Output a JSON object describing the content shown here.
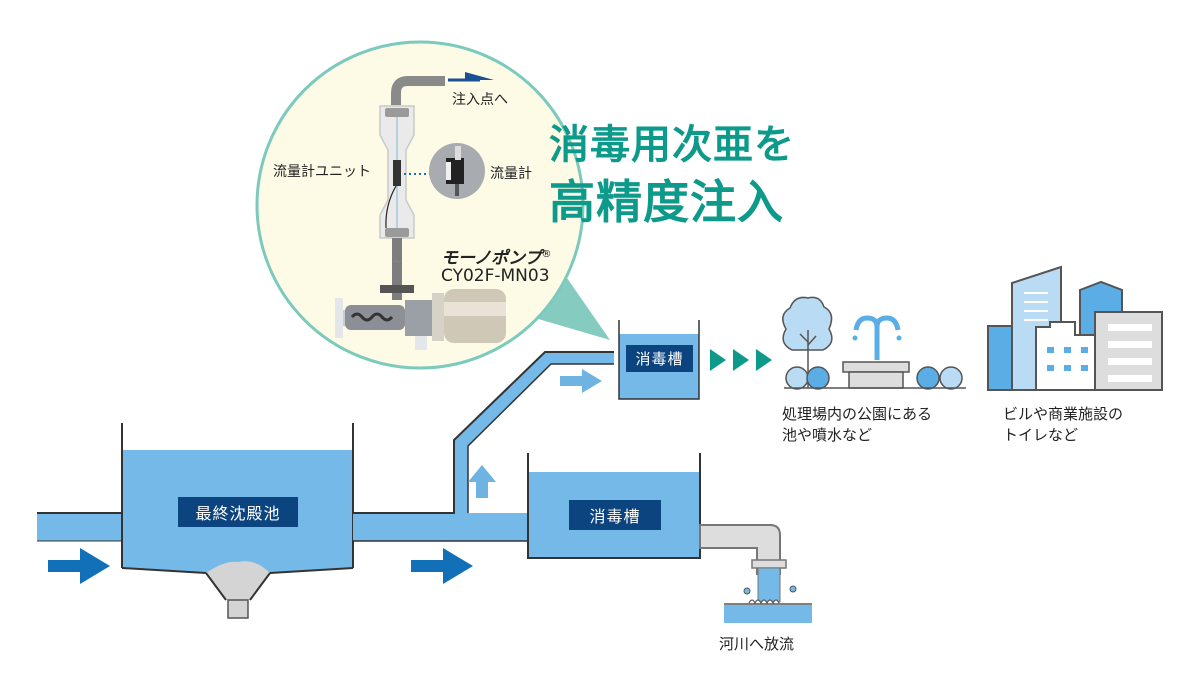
{
  "headline": {
    "line1": "消毒用次亜を",
    "line2": "高精度注入"
  },
  "callout": {
    "flowmeter_unit_label": "流量計ユニット",
    "flowmeter_label": "流量計",
    "injection_point_label": "注入点へ",
    "product_brand": "モーノポンプ",
    "registered_mark": "®",
    "product_model": "CY02F-MN03"
  },
  "tanks": {
    "final_settling_tank": "最終沈殿池",
    "disinfection_tank_main": "消毒槽",
    "disinfection_tank_reuse": "消毒槽"
  },
  "destinations": {
    "park_line1": "処理場内の公園にある",
    "park_line2": "池や噴水など",
    "building_line1": "ビルや商業施設の",
    "building_line2": "トイレなど",
    "river": "河川へ放流"
  },
  "colors": {
    "water": "#74b9e7",
    "tank_label_bg": "#0b447e",
    "flow_arrow": "#1170b8",
    "light_arrow": "#6fb3e3",
    "teal": "#0d9a8a",
    "callout_bg": "#fdfbe6",
    "callout_border": "#7ccabd",
    "pointer": "#86cbbf"
  }
}
